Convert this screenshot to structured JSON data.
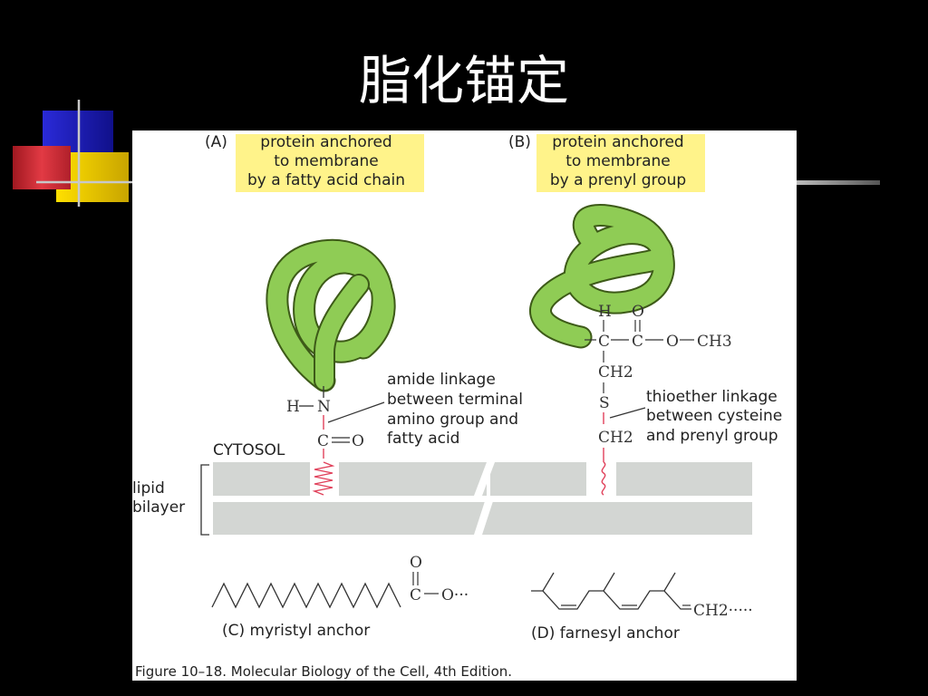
{
  "slide": {
    "title": "脂化锚定"
  },
  "figure": {
    "panel_a": {
      "letter": "(A)",
      "caption_lines": [
        "protein anchored",
        "to membrane",
        "by a fatty acid chain"
      ]
    },
    "panel_b": {
      "letter": "(B)",
      "caption_lines": [
        "protein anchored",
        "to membrane",
        "by a prenyl group"
      ]
    },
    "chem_a": {
      "h": "H",
      "n": "N",
      "c": "C",
      "o": "O"
    },
    "chem_b": {
      "h": "H",
      "c1": "C",
      "c2": "C",
      "o_top": "O",
      "o_side": "O",
      "ch3": "CH3",
      "ch2_top": "CH2",
      "s": "S",
      "ch2_bottom": "CH2"
    },
    "annotation_a_lines": [
      "amide linkage",
      "between terminal",
      "amino group and",
      "fatty acid"
    ],
    "annotation_b_lines": [
      "thioether linkage",
      "between cysteine",
      "and prenyl group"
    ],
    "cytosol_label": "CYTOSOL",
    "lipid_bilayer_lines": [
      "lipid",
      "bilayer"
    ],
    "myristyl": {
      "o_top": "O",
      "c": "C",
      "o_side": "O···",
      "label": "(C)  myristyl anchor"
    },
    "farnesyl": {
      "ch2": "CH2·····",
      "label": "(D)  farnesyl anchor"
    },
    "credit": "Figure 10–18. Molecular Biology of the Cell, 4th Edition."
  },
  "colors": {
    "background": "#000000",
    "panel": "#ffffff",
    "caption_highlight": "#fff38a",
    "protein_green": "#8fcc55",
    "protein_outline": "#3d5a18",
    "membrane_gray": "#d3d6d3",
    "anchor_red": "#e0405a",
    "deco_blue": "#2424d6",
    "deco_red": "#e0303e",
    "deco_yellow": "#ffd800"
  }
}
